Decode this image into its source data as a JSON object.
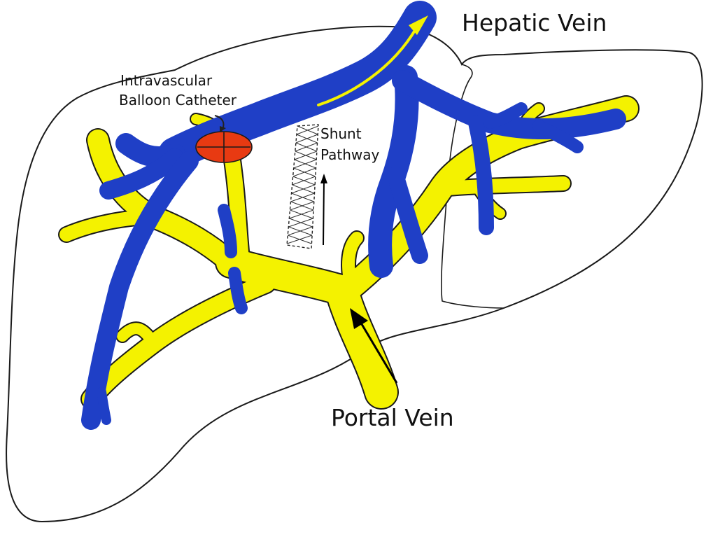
{
  "labels": {
    "hepatic_vein": "Hepatic Vein",
    "portal_vein": "Portal Vein",
    "balloon_line1": "Intravascular",
    "balloon_line2": "Balloon Catheter",
    "shunt_line1": "Shunt",
    "shunt_line2": "Pathway"
  },
  "colors": {
    "hepatic_vein": "#1f3fc6",
    "portal_vein": "#f4f200",
    "balloon": "#e83a12",
    "flow_arrow": "#f4f200",
    "liver_outline": "#1a1a1a"
  },
  "icons": {
    "balloon": "balloon-catheter-icon",
    "flow_arrow": "flow-arrow-icon"
  }
}
